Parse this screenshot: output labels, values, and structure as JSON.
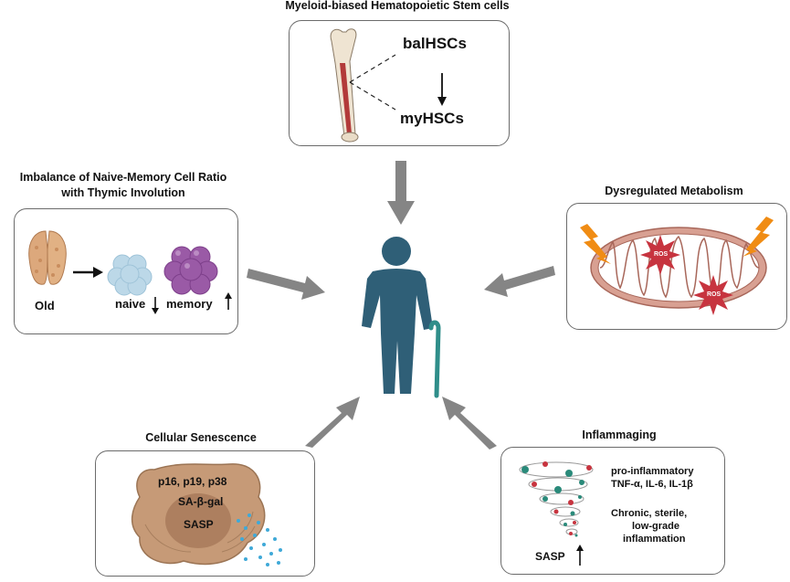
{
  "hsc": {
    "title": "Myeloid-biased Hematopoietic Stem cells",
    "label_top": "balHSCs",
    "label_bottom": "myHSCs"
  },
  "thymus": {
    "title_line1": "Imbalance of Naive-Memory Cell Ratio",
    "title_line2": "with Thymic Involution",
    "old_label": "Old",
    "naive_label": "naive",
    "memory_label": "memory"
  },
  "metabolism": {
    "title": "Dysregulated Metabolism",
    "ros_label": "ROS"
  },
  "senescence": {
    "title": "Cellular Senescence",
    "markers": "p16, p19, p38",
    "sa_gal": "SA-β-gal",
    "sasp": "SASP"
  },
  "inflammaging": {
    "title": "Inflammaging",
    "pro_line1": "pro-inflammatory",
    "pro_line2": "TNF-α, IL-6, IL-1β",
    "chronic_line1": "Chronic, sterile,",
    "chronic_line2": "low-grade",
    "chronic_line3": "inflammation",
    "sasp": "SASP"
  },
  "colors": {
    "figure": "#2f5f77",
    "arrow": "#858585",
    "panel_border": "#6b6b6b",
    "naive_cells": "#bcd8e8",
    "memory_cells": "#9a5aa6",
    "thymus": "#dca87c",
    "mito_membrane": "#d8a092",
    "ros": "#c7343f",
    "lightning": "#f08c14",
    "senescent_cell": "#c69a77",
    "sasp_dots": "#3fa9d8"
  },
  "icons": [
    "bone-icon",
    "thymus-icon",
    "naive-cells-icon",
    "memory-cells-icon",
    "elderly-person-icon",
    "cane-icon",
    "mitochondrion-icon",
    "ros-burst-icon",
    "lightning-icon",
    "senescent-cell-icon",
    "tornado-icon"
  ]
}
